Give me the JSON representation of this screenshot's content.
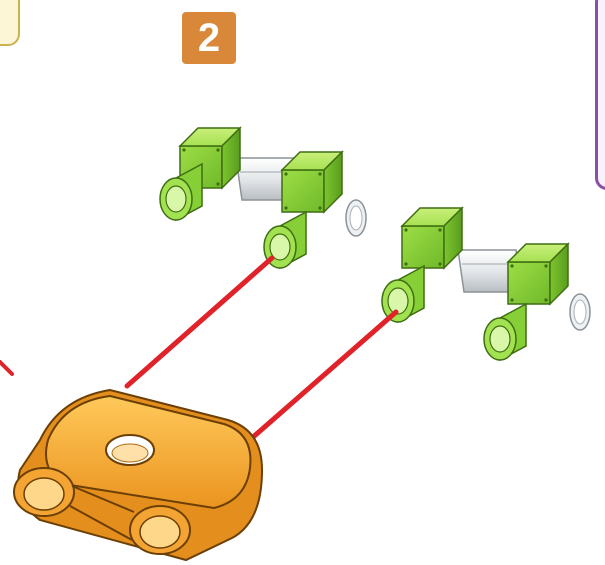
{
  "step": {
    "number": "2"
  },
  "colors": {
    "connector_green": "#8fd43a",
    "axle_gray": "#e6e8ea",
    "link_orange": "#f4a531",
    "guide_line_red": "#e0232b",
    "badge_orange": "#d9883a",
    "panel_purple": "#8b4fa6",
    "callout_yellow": "#fdf6d6"
  },
  "parts": [
    {
      "name": "green-connector-pair",
      "count": 2
    },
    {
      "name": "orange-link",
      "count": 1
    }
  ]
}
